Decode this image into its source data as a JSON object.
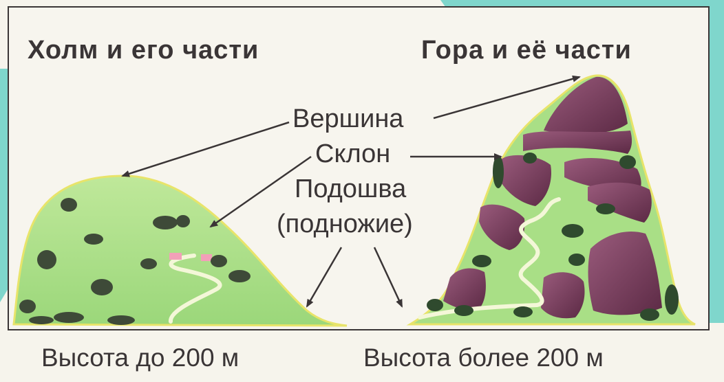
{
  "titles": {
    "hill": "Холм и его части",
    "mountain": "Гора и её части"
  },
  "labels": {
    "summit": "Вершина",
    "slope": "Склон",
    "foot": "Подошва",
    "foot_alt": "(подножие)"
  },
  "heights": {
    "hill": "Высота до 200 м",
    "mountain": "Высота более 200 м"
  },
  "colors": {
    "background": "#f6f4ec",
    "accent_teal": "#7fd6cc",
    "hill_green": "#a9df86",
    "rock_purple": "#7a3d5c",
    "text": "#3a3536"
  }
}
